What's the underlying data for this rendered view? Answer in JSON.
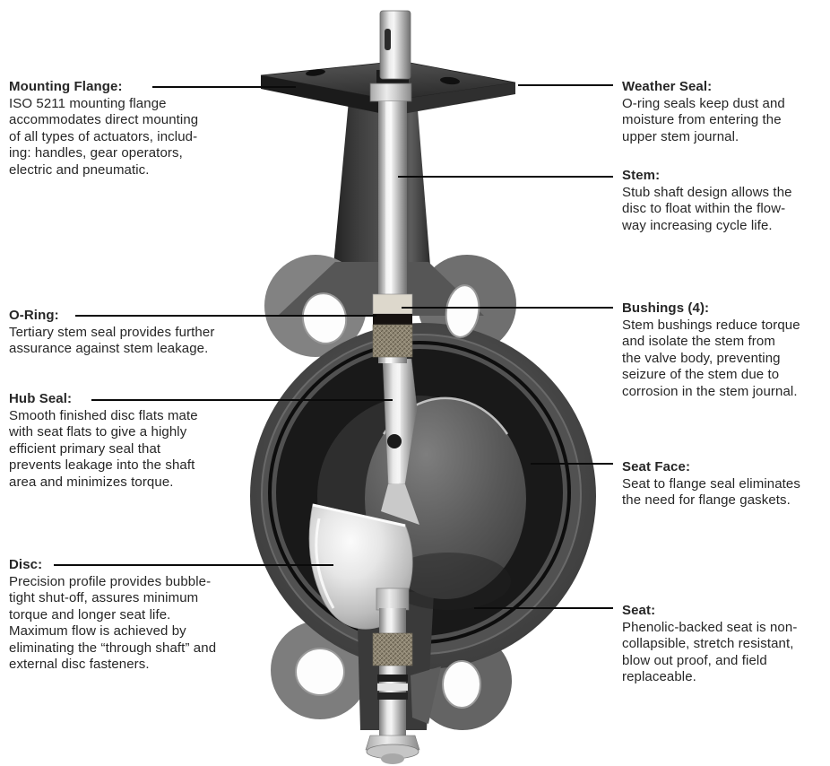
{
  "callouts": {
    "left": [
      {
        "id": "mounting-flange",
        "title": "Mounting Flange:",
        "body": "ISO 5211 mounting flange\naccommodates direct mounting\nof all types of actuators, includ-\ning: handles, gear operators,\nelectric and pneumatic."
      },
      {
        "id": "o-ring",
        "title": "O-Ring:",
        "body": "Tertiary stem seal provides further\nassurance against stem leakage."
      },
      {
        "id": "hub-seal",
        "title": "Hub Seal:",
        "body": "Smooth finished disc flats mate\nwith seat flats to give a highly\nefficient primary seal that\nprevents leakage into the shaft\narea and minimizes torque."
      },
      {
        "id": "disc",
        "title": "Disc:",
        "body": "Precision profile provides bubble-\ntight shut-off, assures minimum\ntorque and longer seat life.\nMaximum flow is achieved by\neliminating the “through shaft” and\nexternal disc fasteners."
      }
    ],
    "right": [
      {
        "id": "weather-seal",
        "title": "Weather Seal:",
        "body": "O-ring seals keep dust and\nmoisture from entering the\nupper stem journal."
      },
      {
        "id": "stem",
        "title": "Stem:",
        "body": "Stub shaft design allows the\ndisc to float within the flow-\nway increasing cycle life."
      },
      {
        "id": "bushings",
        "title": "Bushings (4):",
        "body": "Stem bushings reduce torque\nand isolate the stem from\nthe valve body, preventing\nseizure of the stem due to\ncorrosion in the stem journal."
      },
      {
        "id": "seat-face",
        "title": "Seat Face:",
        "body": "Seat to flange seal eliminates\nthe need for flange gaskets."
      },
      {
        "id": "seat",
        "title": "Seat:",
        "body": "Phenolic-backed seat is non-\ncollapsible, stretch resistant,\nblow out proof, and field\nreplaceable."
      }
    ]
  },
  "colors": {
    "background": "#ffffff",
    "text": "#262626",
    "leader_line": "#0a0a0a",
    "body_iron": "#454545",
    "seat_rubber": "#191919",
    "bright_metal": "#e9e9e9"
  }
}
